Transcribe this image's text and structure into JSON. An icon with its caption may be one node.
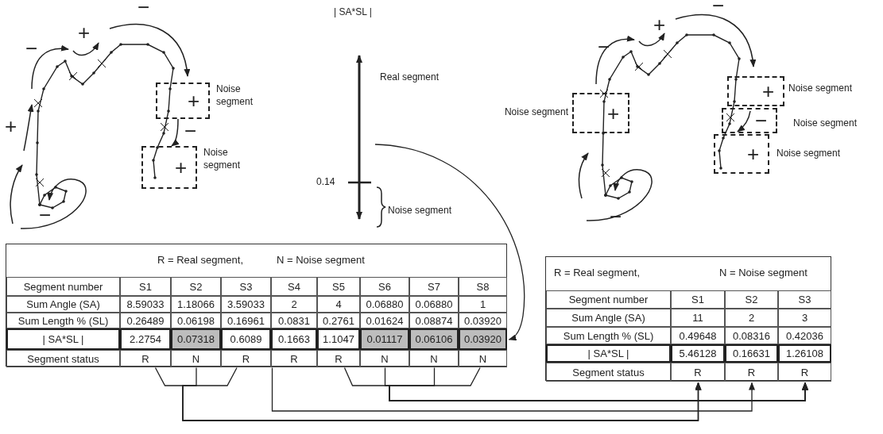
{
  "diagram": {
    "nodes": [
      {
        "text": [
          "+"
        ],
        "beside": [
          "Noise segment"
        ]
      },
      {
        "text": [
          "+"
        ],
        "beside": [
          "Noise segment"
        ]
      },
      {
        "text": [
          "+"
        ],
        "beside": [
          "Noise segment"
        ]
      },
      {
        "text": [
          "+"
        ],
        "beside": [
          "Noise segment"
        ]
      },
      {
        "text": [
          "−"
        ],
        "beside": [
          "Noise segment"
        ]
      },
      {
        "text": [
          "+"
        ],
        "beside": [
          "Noise segment"
        ]
      },
      {
        "text": [
          "R = Real segment,",
          "N = Noise segment"
        ]
      },
      {
        "text": [
          "Segment number"
        ],
        "in": 6
      },
      {
        "text": [
          "S1"
        ],
        "in": 6
      },
      {
        "text": [
          "S2"
        ],
        "in": 6
      },
      {
        "text": [
          "S3"
        ],
        "in": 6
      },
      {
        "text": [
          "S4"
        ],
        "in": 6
      },
      {
        "text": [
          "S5"
        ],
        "in": 6
      },
      {
        "text": [
          "S6"
        ],
        "in": 6
      },
      {
        "text": [
          "S7"
        ],
        "in": 6
      },
      {
        "text": [
          "S8"
        ],
        "in": 6
      },
      {
        "text": [
          "Sum Angle (SA)"
        ],
        "in": 6
      },
      {
        "text": [
          "8.59033"
        ],
        "in": 6
      },
      {
        "text": [
          "1.18066"
        ],
        "in": 6
      },
      {
        "text": [
          "3.59033"
        ],
        "in": 6
      },
      {
        "text": [
          "2"
        ],
        "in": 6
      },
      {
        "text": [
          "4"
        ],
        "in": 6
      },
      {
        "text": [
          "0.06880"
        ],
        "in": 6
      },
      {
        "text": [
          "0.06880"
        ],
        "in": 6
      },
      {
        "text": [
          "1"
        ],
        "in": 6
      },
      {
        "text": [
          "Sum Length % (SL)"
        ],
        "in": 6
      },
      {
        "text": [
          "0.26489"
        ],
        "in": 6
      },
      {
        "text": [
          "0.06198"
        ],
        "in": 6
      },
      {
        "text": [
          "0.16961"
        ],
        "in": 6
      },
      {
        "text": [
          "0.0831"
        ],
        "in": 6
      },
      {
        "text": [
          "0.2761"
        ],
        "in": 6
      },
      {
        "text": [
          "0.01624"
        ],
        "in": 6
      },
      {
        "text": [
          "0.08874"
        ],
        "in": 6
      },
      {
        "text": [
          "0.03920"
        ],
        "in": 6
      },
      {
        "text": [
          "| SA*SL |"
        ],
        "in": 6
      },
      {
        "text": [
          "2.2754"
        ],
        "in": 6
      },
      {
        "text": [
          "0.07318"
        ],
        "in": 6
      },
      {
        "text": [
          "0.6089"
        ],
        "in": 6
      },
      {
        "text": [
          "0.1663"
        ],
        "in": 6
      },
      {
        "text": [
          "1.1047"
        ],
        "in": 6
      },
      {
        "text": [
          "0.01117"
        ],
        "in": 6
      },
      {
        "text": [
          "0.06106"
        ],
        "in": 6
      },
      {
        "text": [
          "0.03920"
        ],
        "in": 6
      },
      {
        "text": [
          "Segment status"
        ],
        "in": 6
      },
      {
        "text": [
          "R"
        ],
        "in": 6
      },
      {
        "text": [
          "N"
        ],
        "in": 6
      },
      {
        "text": [
          "R"
        ],
        "in": 6
      },
      {
        "text": [
          "R"
        ],
        "in": 6
      },
      {
        "text": [
          "R"
        ],
        "in": 6
      },
      {
        "text": [
          "N"
        ],
        "in": 6
      },
      {
        "text": [
          "N"
        ],
        "in": 6
      },
      {
        "text": [
          "N"
        ],
        "in": 6
      },
      {
        "text": [
          "R = Real segment,",
          "N = Noise segment"
        ]
      },
      {
        "text": [
          "Segment number"
        ],
        "in": 52
      },
      {
        "text": [
          "S1"
        ],
        "in": 52
      },
      {
        "text": [
          "S2"
        ],
        "in": 52
      },
      {
        "text": [
          "S3"
        ],
        "in": 52
      },
      {
        "text": [
          "Sum Angle (SA)"
        ],
        "in": 52
      },
      {
        "text": [
          "11"
        ],
        "in": 52
      },
      {
        "text": [
          "2"
        ],
        "in": 52
      },
      {
        "text": [
          "3"
        ],
        "in": 52
      },
      {
        "text": [
          "Sum Length % (SL)"
        ],
        "in": 52
      },
      {
        "text": [
          "0.49648"
        ],
        "in": 52
      },
      {
        "text": [
          "0.08316"
        ],
        "in": 52
      },
      {
        "text": [
          "0.42036"
        ],
        "in": 52
      },
      {
        "text": [
          "| SA*SL |"
        ],
        "in": 52
      },
      {
        "text": [
          "5.46128"
        ],
        "in": 52
      },
      {
        "text": [
          "0.16631"
        ],
        "in": 52
      },
      {
        "text": [
          "1.26108"
        ],
        "in": 52
      },
      {
        "text": [
          "Segment status"
        ],
        "in": 52
      },
      {
        "text": [
          "R"
        ],
        "in": 52
      },
      {
        "text": [
          "R"
        ],
        "in": 52
      },
      {
        "text": [
          "R"
        ],
        "in": 52
      }
    ],
    "edges": [
      {
        "from": 0,
        "to": 1,
        "arrow": "to"
      },
      {
        "from": null,
        "to": 42,
        "arrow": "to"
      },
      {
        "from": 44,
        "to": 70,
        "arrow": "to"
      },
      {
        "from": 45,
        "to": 70,
        "arrow": "to"
      },
      {
        "from": 46,
        "to": 70,
        "arrow": "to"
      },
      {
        "from": 47,
        "to": 71,
        "arrow": "to"
      },
      {
        "from": 48,
        "to": 72,
        "arrow": "to"
      },
      {
        "from": 49,
        "to": 72,
        "arrow": "to"
      },
      {
        "from": 50,
        "to": 72,
        "arrow": "to"
      },
      {
        "from": 51,
        "to": 72,
        "arrow": "to"
      }
    ],
    "labels": [
      "−",
      "+",
      "−",
      "+",
      "−",
      "−",
      "| SA*SL |",
      "Real segment",
      "0.14",
      "Noise segment",
      "−",
      "+",
      "−",
      "−"
    ]
  }
}
